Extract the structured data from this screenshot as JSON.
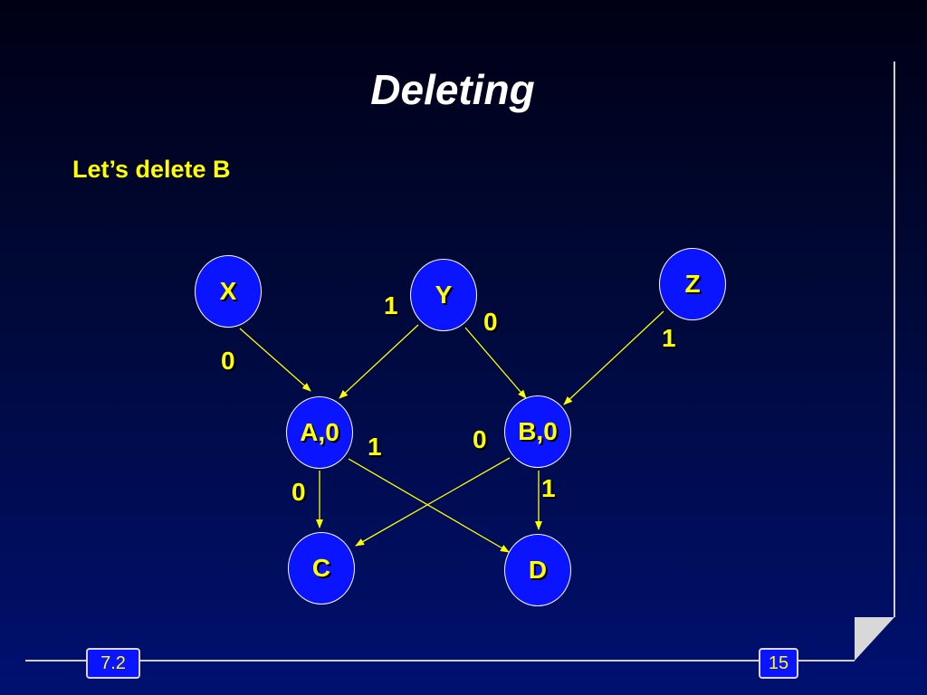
{
  "slide": {
    "title": "Deleting",
    "subtitle": "Let’s delete B",
    "section": "7.2",
    "page_number": "15"
  },
  "nodes": {
    "x": "X",
    "y": "Y",
    "z": "Z",
    "a": "A,0",
    "b": "B,0",
    "c": "C",
    "d": "D"
  },
  "edges": {
    "x_a": "0",
    "y_a": "1",
    "y_b": "0",
    "z_b": "1",
    "a_c": "0",
    "a_d": "1",
    "b_c": "0",
    "b_d": "1"
  },
  "colors": {
    "node_fill": "#0a14ff",
    "label": "#ffff00",
    "edge": "#ffff00",
    "title": "#ffffff"
  }
}
